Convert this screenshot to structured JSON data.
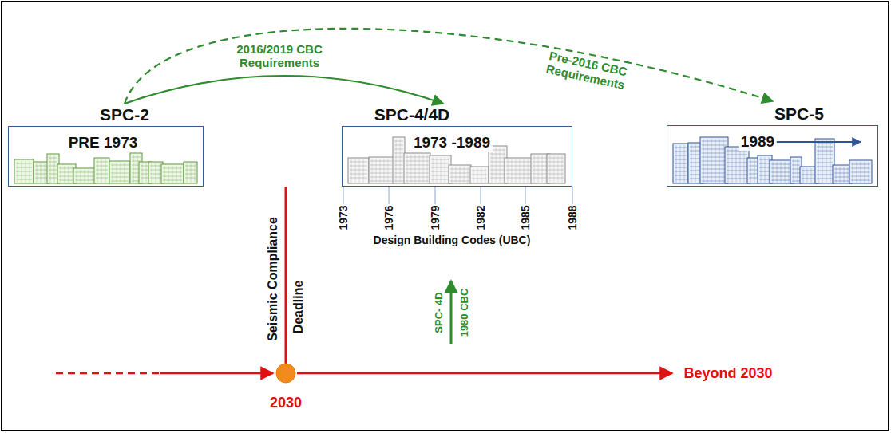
{
  "diagram": {
    "nodes": [
      {
        "text": [
          "SPC-2",
          "PRE 1973"
        ]
      },
      {
        "text": [
          "SPC-4/4D",
          "1973 -1989"
        ]
      },
      {
        "text": [
          "SPC-5",
          "1989"
        ]
      }
    ],
    "edges": [
      {
        "from": 0,
        "to": 1,
        "label": "2016/2019 CBC Requirements",
        "arrow": "to"
      },
      {
        "from": 0,
        "to": 2,
        "label": "Pre-2016 CBC Requirements",
        "arrow": "to"
      }
    ],
    "labels": [
      "1973",
      "1976",
      "1979",
      "1982",
      "1985",
      "1988",
      "Design Building Codes (UBC)",
      "Seismic Compliance",
      "Deadline",
      "SPC- 4D",
      "1980 CBC",
      "2030",
      "Beyond 2030"
    ]
  }
}
